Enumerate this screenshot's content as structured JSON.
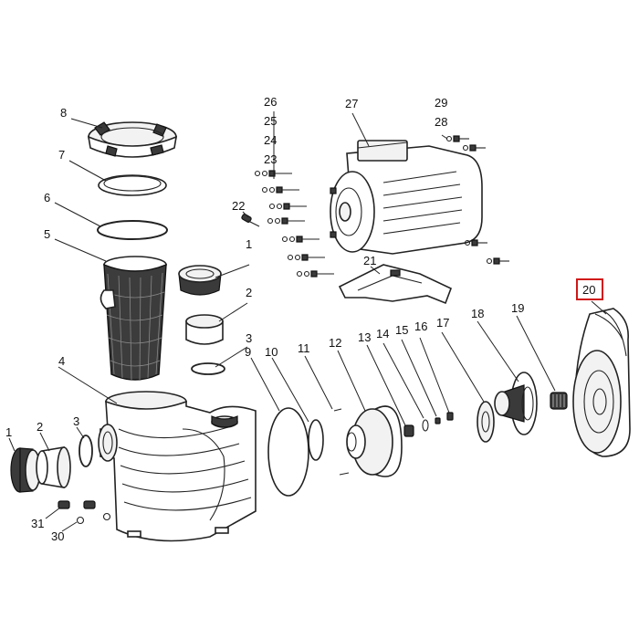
{
  "labels": [
    {
      "id": "p8",
      "text": "8"
    },
    {
      "id": "p7",
      "text": "7"
    },
    {
      "id": "p6",
      "text": "6"
    },
    {
      "id": "p5",
      "text": "5"
    },
    {
      "id": "p4",
      "text": "4"
    },
    {
      "id": "p1a",
      "text": "1"
    },
    {
      "id": "p2a",
      "text": "2"
    },
    {
      "id": "p3a",
      "text": "3"
    },
    {
      "id": "p1b",
      "text": "1"
    },
    {
      "id": "p2b",
      "text": "2"
    },
    {
      "id": "p3b",
      "text": "3"
    },
    {
      "id": "p31",
      "text": "31"
    },
    {
      "id": "p30",
      "text": "30"
    },
    {
      "id": "p9",
      "text": "9"
    },
    {
      "id": "p10",
      "text": "10"
    },
    {
      "id": "p11",
      "text": "11"
    },
    {
      "id": "p12",
      "text": "12"
    },
    {
      "id": "p13",
      "text": "13"
    },
    {
      "id": "p14",
      "text": "14"
    },
    {
      "id": "p15",
      "text": "15"
    },
    {
      "id": "p16",
      "text": "16"
    },
    {
      "id": "p17",
      "text": "17"
    },
    {
      "id": "p18",
      "text": "18"
    },
    {
      "id": "p19",
      "text": "19"
    },
    {
      "id": "p20",
      "text": "20"
    },
    {
      "id": "p21",
      "text": "21"
    },
    {
      "id": "p22",
      "text": "22"
    },
    {
      "id": "p23",
      "text": "23"
    },
    {
      "id": "p24",
      "text": "24"
    },
    {
      "id": "p25",
      "text": "25"
    },
    {
      "id": "p26",
      "text": "26"
    },
    {
      "id": "p27",
      "text": "27"
    },
    {
      "id": "p28",
      "text": "28"
    },
    {
      "id": "p29",
      "text": "29"
    }
  ],
  "highlighted": "p20",
  "colors": {
    "line": "#222222",
    "highlight": "#d01818",
    "background": "#ffffff"
  }
}
